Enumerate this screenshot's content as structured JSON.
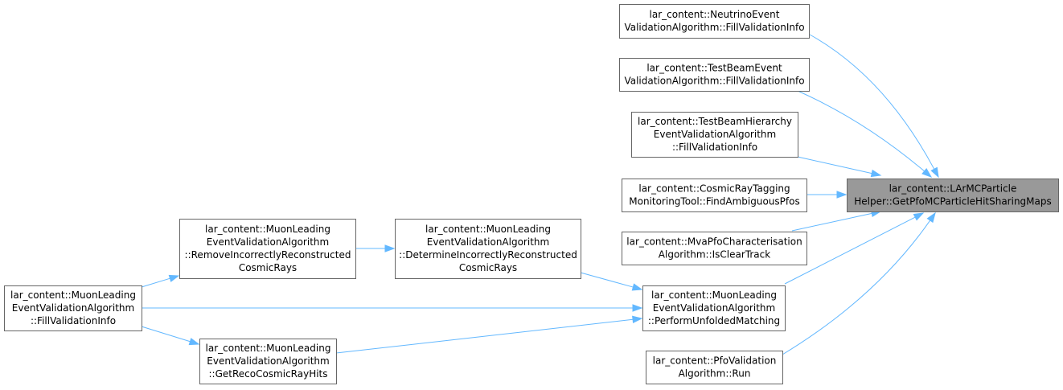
{
  "colors": {
    "edge": "#63b8ff",
    "node_border": "#666666",
    "node_fill": "#ffffff",
    "highlight_fill": "#999999"
  },
  "nodes": [
    {
      "id": "getpfo",
      "highlight": true,
      "lines": [
        "lar_content::LArMCParticle",
        "Helper::GetPfoMCParticleHitSharingMaps"
      ]
    },
    {
      "id": "neutrino",
      "lines": [
        "lar_content::NeutrinoEvent",
        "ValidationAlgorithm::FillValidationInfo"
      ]
    },
    {
      "id": "testbeam",
      "lines": [
        "lar_content::TestBeamEvent",
        "ValidationAlgorithm::FillValidationInfo"
      ]
    },
    {
      "id": "testbeamhier",
      "lines": [
        "lar_content::TestBeamHierarchy",
        "EventValidationAlgorithm",
        "::FillValidationInfo"
      ]
    },
    {
      "id": "cosmictag",
      "lines": [
        "lar_content::CosmicRayTagging",
        "MonitoringTool::FindAmbiguousPfos"
      ]
    },
    {
      "id": "mvapfo",
      "lines": [
        "lar_content::MvaPfoCharacterisation",
        "Algorithm::IsClearTrack"
      ]
    },
    {
      "id": "perform",
      "lines": [
        "lar_content::MuonLeading",
        "EventValidationAlgorithm",
        "::PerformUnfoldedMatching"
      ]
    },
    {
      "id": "pfoval",
      "lines": [
        "lar_content::PfoValidation",
        "Algorithm::Run"
      ]
    },
    {
      "id": "remove",
      "lines": [
        "lar_content::MuonLeading",
        "EventValidationAlgorithm",
        "::RemoveIncorrectlyReconstructed",
        "CosmicRays"
      ]
    },
    {
      "id": "determine",
      "lines": [
        "lar_content::MuonLeading",
        "EventValidationAlgorithm",
        "::DetermineIncorrectlyReconstructed",
        "CosmicRays"
      ]
    },
    {
      "id": "fillmuon",
      "lines": [
        "lar_content::MuonLeading",
        "EventValidationAlgorithm",
        "::FillValidationInfo"
      ]
    },
    {
      "id": "getreco",
      "lines": [
        "lar_content::MuonLeading",
        "EventValidationAlgorithm",
        "::GetRecoCosmicRayHits"
      ]
    }
  ],
  "edges": [
    {
      "from": "neutrino",
      "to": "getpfo"
    },
    {
      "from": "testbeam",
      "to": "getpfo"
    },
    {
      "from": "testbeamhier",
      "to": "getpfo"
    },
    {
      "from": "cosmictag",
      "to": "getpfo"
    },
    {
      "from": "mvapfo",
      "to": "getpfo"
    },
    {
      "from": "perform",
      "to": "getpfo"
    },
    {
      "from": "pfoval",
      "to": "getpfo"
    },
    {
      "from": "remove",
      "to": "determine"
    },
    {
      "from": "determine",
      "to": "perform"
    },
    {
      "from": "fillmuon",
      "to": "remove"
    },
    {
      "from": "fillmuon",
      "to": "perform"
    },
    {
      "from": "fillmuon",
      "to": "getreco"
    },
    {
      "from": "getreco",
      "to": "perform"
    }
  ]
}
